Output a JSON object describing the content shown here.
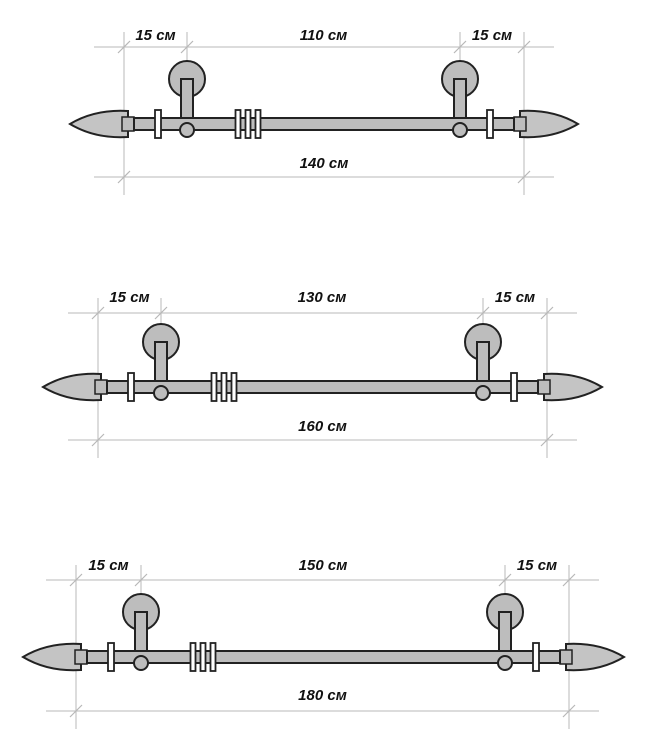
{
  "diagrams": [
    {
      "left_offset": "15 см",
      "span": "110 см",
      "right_offset": "15 см",
      "total": "140 см"
    },
    {
      "left_offset": "15 см",
      "span": "130 см",
      "right_offset": "15 см",
      "total": "160 см"
    },
    {
      "left_offset": "15 см",
      "span": "150 см",
      "right_offset": "15 см",
      "total": "180 см"
    }
  ],
  "colors": {
    "rod_fill": "#bdbdbd",
    "outline": "#222222",
    "dimension_line": "#b8b8b8",
    "finial_fill": "#c4c4c4"
  }
}
